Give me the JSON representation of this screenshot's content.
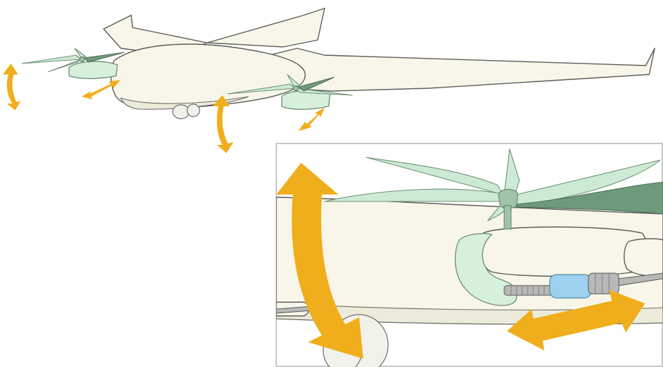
{
  "figure": {
    "overview": {
      "components": [
        "airframe",
        "left-rotor-nacelle",
        "right-rotor-nacelle",
        "landing-gear"
      ],
      "motions": [
        "nacelle-tilt-arrow-left",
        "nacelle-tilt-arrow-center",
        "actuator-translate-arrow-left",
        "actuator-translate-arrow-right"
      ]
    },
    "detail_inset": {
      "components": [
        "rotor",
        "nacelle",
        "linear-actuator",
        "wheel"
      ],
      "motions": [
        "tilt-arrow",
        "translate-arrow"
      ]
    },
    "colors": {
      "airframe": "#f8f6e8",
      "rotor": "#cdebd4",
      "rotor_dark": "#6e9a7a",
      "actuator": "#9ed0ef",
      "arrows": "#f0ae1c",
      "inset_border": "#c9c9c9"
    }
  }
}
